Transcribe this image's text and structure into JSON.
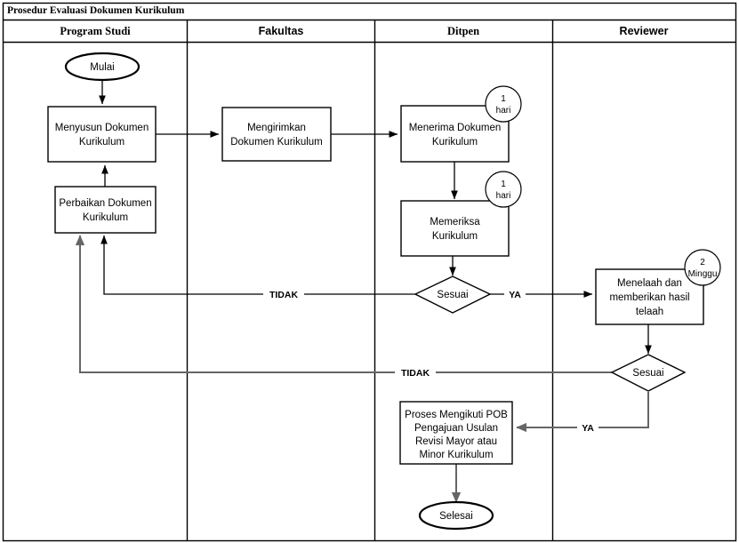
{
  "diagram": {
    "title": "Prosedur Evaluasi Dokumen Kurikulum",
    "type": "swimlane-flowchart",
    "colors": {
      "stroke": "#000000",
      "fill": "#ffffff",
      "grey_connector": "#666666"
    }
  },
  "lanes": [
    {
      "id": "lane-program-studi",
      "label": "Program Studi",
      "font": "serif"
    },
    {
      "id": "lane-fakultas",
      "label": "Fakultas",
      "font": "sans"
    },
    {
      "id": "lane-ditpen",
      "label": "Ditpen",
      "font": "serif"
    },
    {
      "id": "lane-reviewer",
      "label": "Reviewer",
      "font": "sans"
    }
  ],
  "nodes": {
    "mulai": {
      "label": "Mulai",
      "shape": "terminator",
      "lane": "lane-program-studi"
    },
    "menyusun": {
      "line1": "Menyusun Dokumen",
      "line2": "Kurikulum",
      "shape": "process",
      "lane": "lane-program-studi"
    },
    "perbaikan": {
      "line1": "Perbaikan Dokumen",
      "line2": "Kurikulum",
      "shape": "process",
      "lane": "lane-program-studi"
    },
    "mengirimkan": {
      "line1": "Mengirimkan",
      "line2": "Dokumen Kurikulum",
      "shape": "process",
      "lane": "lane-fakultas"
    },
    "menerima": {
      "line1": "Menerima Dokumen",
      "line2": "Kurikulum",
      "shape": "process",
      "lane": "lane-ditpen"
    },
    "memeriksa": {
      "line1": "Memeriksa",
      "line2": "Kurikulum",
      "shape": "process",
      "lane": "lane-ditpen"
    },
    "sesuai_ditpen": {
      "label": "Sesuai",
      "shape": "decision",
      "lane": "lane-ditpen"
    },
    "menelaah": {
      "line1": "Menelaah dan",
      "line2": "memberikan hasil",
      "line3": "telaah",
      "shape": "process",
      "lane": "lane-reviewer"
    },
    "sesuai_reviewer": {
      "label": "Sesuai",
      "shape": "decision",
      "lane": "lane-reviewer"
    },
    "proses_pob": {
      "line1": "Proses Mengikuti POB",
      "line2": "Pengajuan Usulan",
      "line3": "Revisi Mayor atau",
      "line4": "Minor Kurikulum",
      "shape": "process",
      "lane": "lane-ditpen"
    },
    "selesai": {
      "label": "Selesai",
      "shape": "terminator",
      "lane": "lane-ditpen"
    }
  },
  "badges": [
    {
      "id": "badge-menerima",
      "line1": "1",
      "line2": "hari",
      "attached_to": "menerima"
    },
    {
      "id": "badge-memeriksa",
      "line1": "1",
      "line2": "hari",
      "attached_to": "memeriksa"
    },
    {
      "id": "badge-menelaah",
      "line1": "2",
      "line2": "Minggu",
      "attached_to": "menelaah"
    }
  ],
  "edge_labels": {
    "ya_ditpen": "YA",
    "tidak_ditpen": "TIDAK",
    "ya_reviewer": "YA",
    "tidak_reviewer": "TIDAK"
  }
}
